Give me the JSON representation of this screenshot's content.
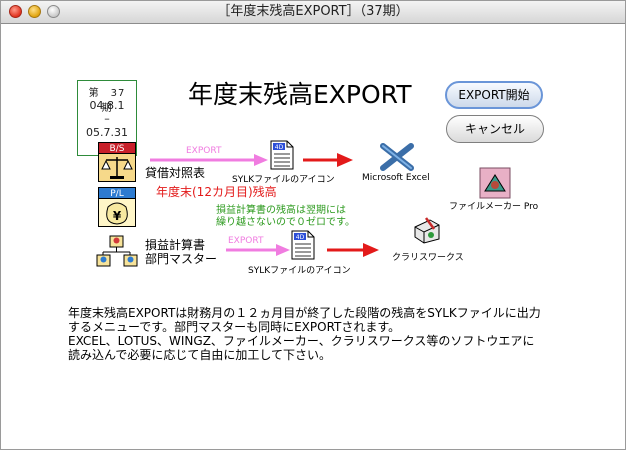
{
  "window": {
    "title": "［年度末残高EXPORT］（37期）"
  },
  "period": {
    "label": "第　37　期",
    "start": "04.8.1",
    "separator": "–",
    "end": "05.7.31"
  },
  "main_title": "年度末残高EXPORT",
  "buttons": {
    "export": "EXPORT開始",
    "cancel": "キャンセル"
  },
  "icons": {
    "balance_sheet_badge": "B/S",
    "pl_badge": "P/L",
    "yen_symbol": "¥",
    "doc_badge": "4D"
  },
  "items": {
    "balance_sheet": "貸借対照表",
    "income_statement": "損益計算書",
    "department_master": "部門マスター"
  },
  "flow": {
    "export_label_1": "EXPORT",
    "export_label_2": "EXPORT",
    "sylk_icon_label_1": "SYLKファイルのアイコン",
    "sylk_icon_label_2": "SYLKファイルのアイコン",
    "fiscal_year_end_note": "年度末(12カ月目)残高",
    "pl_note_line1": "損益計算書の残高は翌期には",
    "pl_note_line2": "繰り越さないので０ゼロです。"
  },
  "apps": {
    "excel": "Microsoft Excel",
    "filemaker": "ファイルメーカー Pro",
    "clarisworks": "クラリスワークス"
  },
  "description": [
    "年度末残高EXPORTは財務月の１２ヵ月目が終了した段階の残高をSYLKファイルに出力",
    "するメニューです。部門マスターも同時にEXPORTされます。",
    "EXCEL、LOTUS、WINGZ、ファイルメーカー、クラリスワークス等のソフトウエアに",
    "読み込んで必要に応じて自由に加工して下さい。"
  ],
  "colors": {
    "pink_arrow": "#f07ce0",
    "red_arrow": "#e31a1a",
    "green_note": "#2c9a1e",
    "period_border": "#2e8b3a"
  }
}
